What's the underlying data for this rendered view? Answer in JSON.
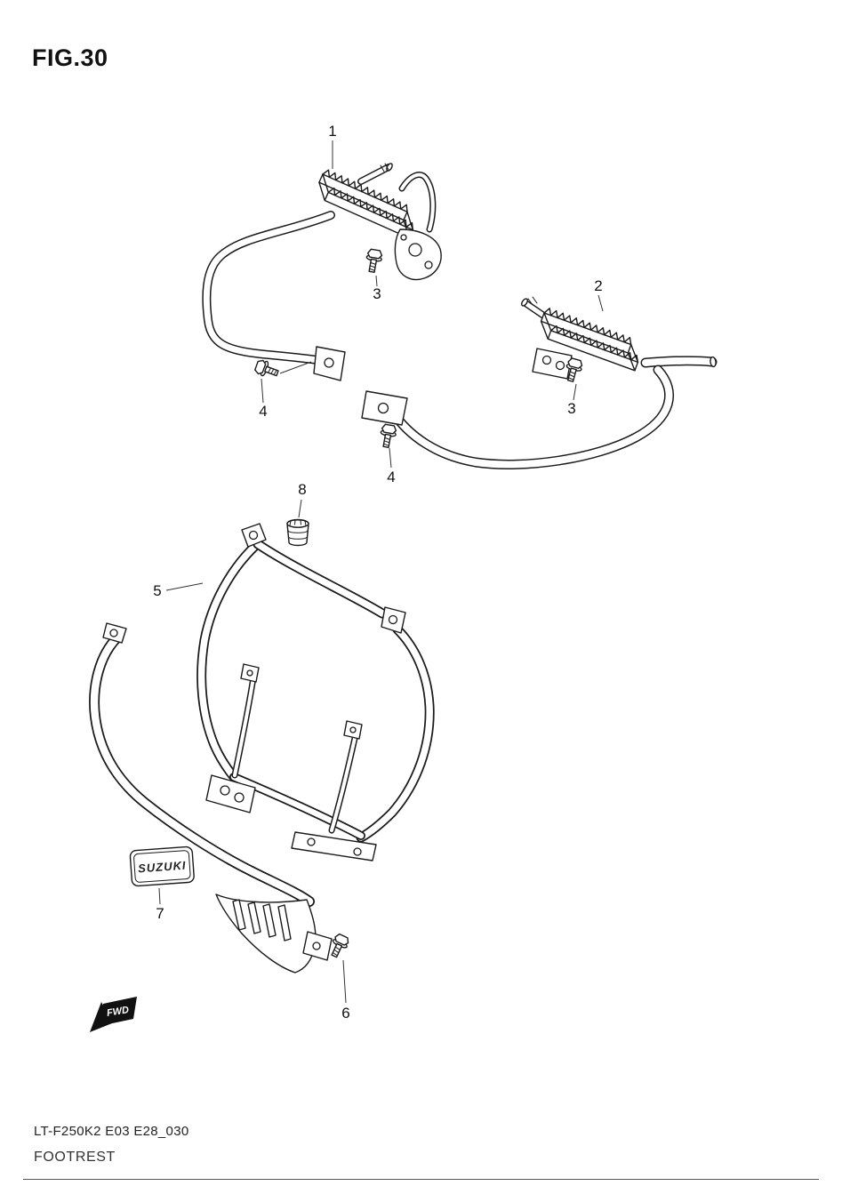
{
  "page": {
    "title": "FIG.30",
    "footer_code": "LT-F250K2 E03 E28_030",
    "footer_name": "FOOTREST"
  },
  "diagram": {
    "emblem_text": "SUZUKI",
    "fwd_label": "FWD",
    "callouts": {
      "c1": "1",
      "c2": "2",
      "c3a": "3",
      "c3b": "3",
      "c4a": "4",
      "c4b": "4",
      "c5": "5",
      "c6": "6",
      "c7": "7",
      "c8": "8"
    }
  }
}
